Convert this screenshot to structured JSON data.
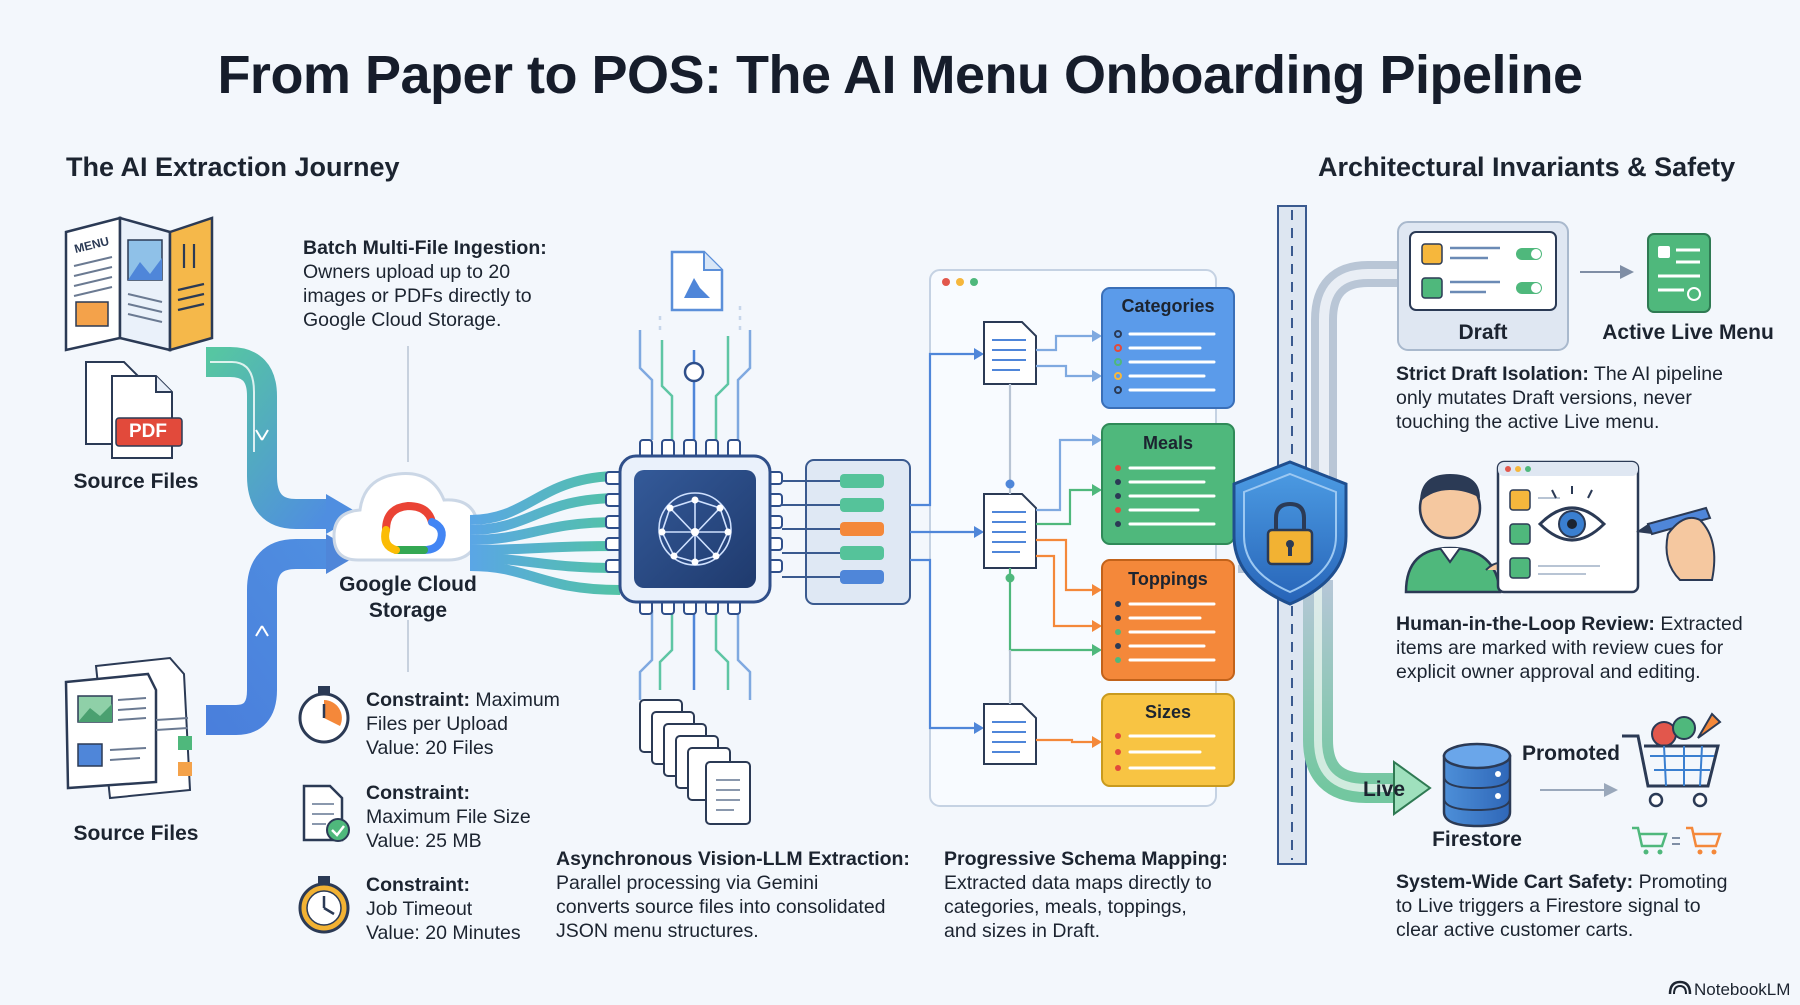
{
  "title": "From Paper to POS: The AI Menu Onboarding Pipeline",
  "left_section": {
    "heading": "The AI Extraction Journey"
  },
  "right_section": {
    "heading": "Architectural Invariants & Safety"
  },
  "menu_doc": {
    "label": "MENU"
  },
  "pdf_badge": {
    "label": "PDF"
  },
  "source_top": {
    "label": "Source Files"
  },
  "source_bottom": {
    "label": "Source Files"
  },
  "gcs": {
    "label_1": "Google Cloud",
    "label_2": "Storage"
  },
  "ingestion": {
    "bold": "Batch Multi-File Ingestion:",
    "lines": [
      "Owners upload up to 20",
      "images or PDFs directly to",
      "Google Cloud Storage."
    ]
  },
  "constraints": [
    {
      "bold": "Constraint:",
      "line1_rest": " Maximum",
      "line2": "Files per Upload",
      "line3": "Value: 20 Files",
      "icon": "stopwatch-icon"
    },
    {
      "bold": "Constraint:",
      "line1_rest": "",
      "line2": "Maximum File Size",
      "line3": "Value: 25 MB",
      "icon": "document-check-icon"
    },
    {
      "bold": "Constraint:",
      "line1_rest": "",
      "line2": "Job Timeout",
      "line3": "Value: 20 Minutes",
      "icon": "timer-icon"
    }
  ],
  "extraction": {
    "bold": "Asynchronous Vision-LLM Extraction:",
    "lines": [
      "Parallel processing via Gemini",
      "converts source files into consolidated",
      "JSON menu structures."
    ]
  },
  "schema": {
    "bold": "Progressive Schema Mapping:",
    "lines": [
      "Extracted data maps directly to",
      "categories, meals, toppings,",
      "and sizes in Draft."
    ]
  },
  "categories": [
    {
      "label": "Categories",
      "color": "#5b9bea"
    },
    {
      "label": "Meals",
      "color": "#4fb87c"
    },
    {
      "label": "Toppings",
      "color": "#f4883a"
    },
    {
      "label": "Sizes",
      "color": "#f8c443"
    }
  ],
  "draft": {
    "label": "Draft"
  },
  "active_menu": {
    "label": "Active Live Menu"
  },
  "isolation": {
    "bold": "Strict Draft Isolation:",
    "line1_rest": " The AI pipeline",
    "lines": [
      "only mutates Draft versions, never",
      "touching the active Live menu."
    ]
  },
  "review": {
    "bold": "Human-in-the-Loop Review:",
    "line1_rest": " Extracted",
    "lines": [
      "items are marked with review cues for",
      "explicit owner approval and editing."
    ]
  },
  "live": {
    "label": "Live"
  },
  "promoted": {
    "label": "Promoted"
  },
  "firestore": {
    "label": "Firestore"
  },
  "cart": {
    "bold": "System-Wide Cart Safety:",
    "line1_rest": " Promoting",
    "lines": [
      "to Live triggers a Firestore signal to",
      "clear active customer carts."
    ]
  },
  "brand": {
    "label": "NotebookLM"
  },
  "colors": {
    "flow_teal": "#4fbfa8",
    "flow_blue": "#4f86d9",
    "chip_dark": "#2f4f8a",
    "shield_blue": "#2f7fd0",
    "lock_gold": "#f2b233",
    "title_text": "#161d2b"
  }
}
